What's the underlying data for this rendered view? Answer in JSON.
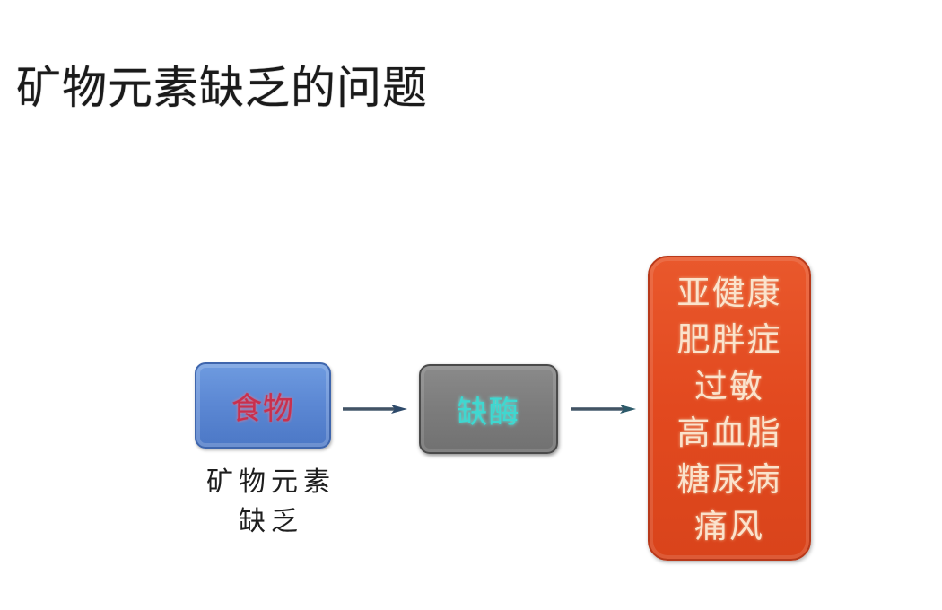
{
  "title": "矿物元素缺乏的问题",
  "flow": {
    "food_box": {
      "label": "食物",
      "color": "#5b87d3",
      "text_color": "#c8304e"
    },
    "food_caption": {
      "line1": "矿物元素",
      "line2": "缺乏"
    },
    "enzyme_box": {
      "label": "缺酶",
      "color": "#7c7c7c",
      "text_color": "#3fd8d0"
    },
    "disease_box": {
      "color": "#e2491f",
      "text_color": "#fbe3cc",
      "lines": [
        "亚健康",
        "肥胖症",
        "过敏",
        "高血脂",
        "糖尿病",
        "痛风"
      ]
    },
    "arrows": [
      "arrow-right",
      "arrow-right"
    ]
  }
}
